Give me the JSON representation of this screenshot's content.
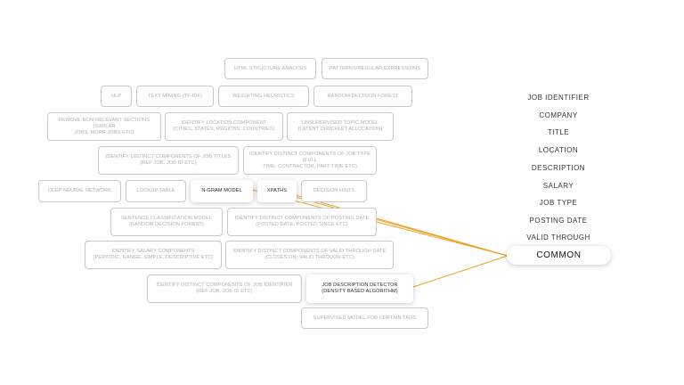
{
  "accent_color": "#f0a020",
  "techniques": {
    "html_structure": "HTML STRUCTURE ANALYSIS",
    "patterns": "PATTERNS/REGULAR EXPRESSIONS",
    "nlp": "NLP",
    "text_mining": "TEXT MINING (TF-IDF)",
    "weighting": "WEIGHTING HEURISTICS",
    "random_forest": "RANDOM DECISION FOREST",
    "remove_sections_1": "REMOVE NON-RELEVANT SECTIONS (SIMILAR",
    "remove_sections_2": "JOBS, MORE JOBS ETC)",
    "location_1": "IDENTIFY LOCATION COMPONENT",
    "location_2": "(CITIES, STATES, REGIONS, COUNTRIES)",
    "topic_model_1": "UNSUPERVISED TOPIC MODEL",
    "topic_model_2": "(LATENT DIRICHLET ALLOCATION)",
    "job_titles_1": "IDENTIFY DISTINCT COMPONENTS OF JOB TITLES",
    "job_titles_2": "(REF JOB, JOB ID ETC)",
    "job_type_1": "IDENTIFY DISTINCT COMPONENTS OF JOB TYPE (FULL",
    "job_type_2": "TIME, CONTRACTOR, PART TIME ETC)",
    "deep_nn": "DEEP NEURAL NETWORK",
    "lookup": "LOOKUP TABLE",
    "ngram": "N-GRAM MODEL",
    "xpaths": "XPATHS",
    "decision_hints": "DECISION HINTS",
    "sentence_class_1": "SENTENCE CLASSIFICATION MODEL",
    "sentence_class_2": "(RANDOM DECISION FOREST)",
    "posting_date_1": "IDENTIFY DISTINCT COMPONENTS OF POSTING DATE",
    "posting_date_2": "(POSTED DATE, POSTED SINCE ETC)",
    "salary_1": "IDENTIFY SALARY COMPONENTS",
    "salary_2": "(PERIODIC, RANGE, SIMPLE, DESCRIPTIVE ETC)",
    "valid_through_1": "IDENTIFY DISTINCT COMPONENTS OF VALID THROUGH DATE",
    "valid_through_2": "(CLOSES ON, VALID THROUGH ETC)",
    "job_identifier_1": "IDENTIFY DISTINCT COMPONENTS OF JOB IDENTIFIER",
    "job_identifier_2": "(REF JOB, JOB ID ETC)",
    "detector_1": "JOB DESCRIPTION DETECTOR",
    "detector_2": "(DENSITY BASED ALGORITHM)",
    "supervised": "SUPERVISED MODEL FOR CERTAIN TAGS"
  },
  "fields": {
    "job_identifier": "JOB IDENTIFIER",
    "company": "COMPANY",
    "title": "TITLE",
    "location": "LOCATION",
    "description": "DESCRIPTION",
    "salary": "SALARY",
    "job_type": "JOB TYPE",
    "posting_date": "POSTING DATE",
    "valid_through": "VALID THROUGH",
    "common": "COMMON"
  }
}
